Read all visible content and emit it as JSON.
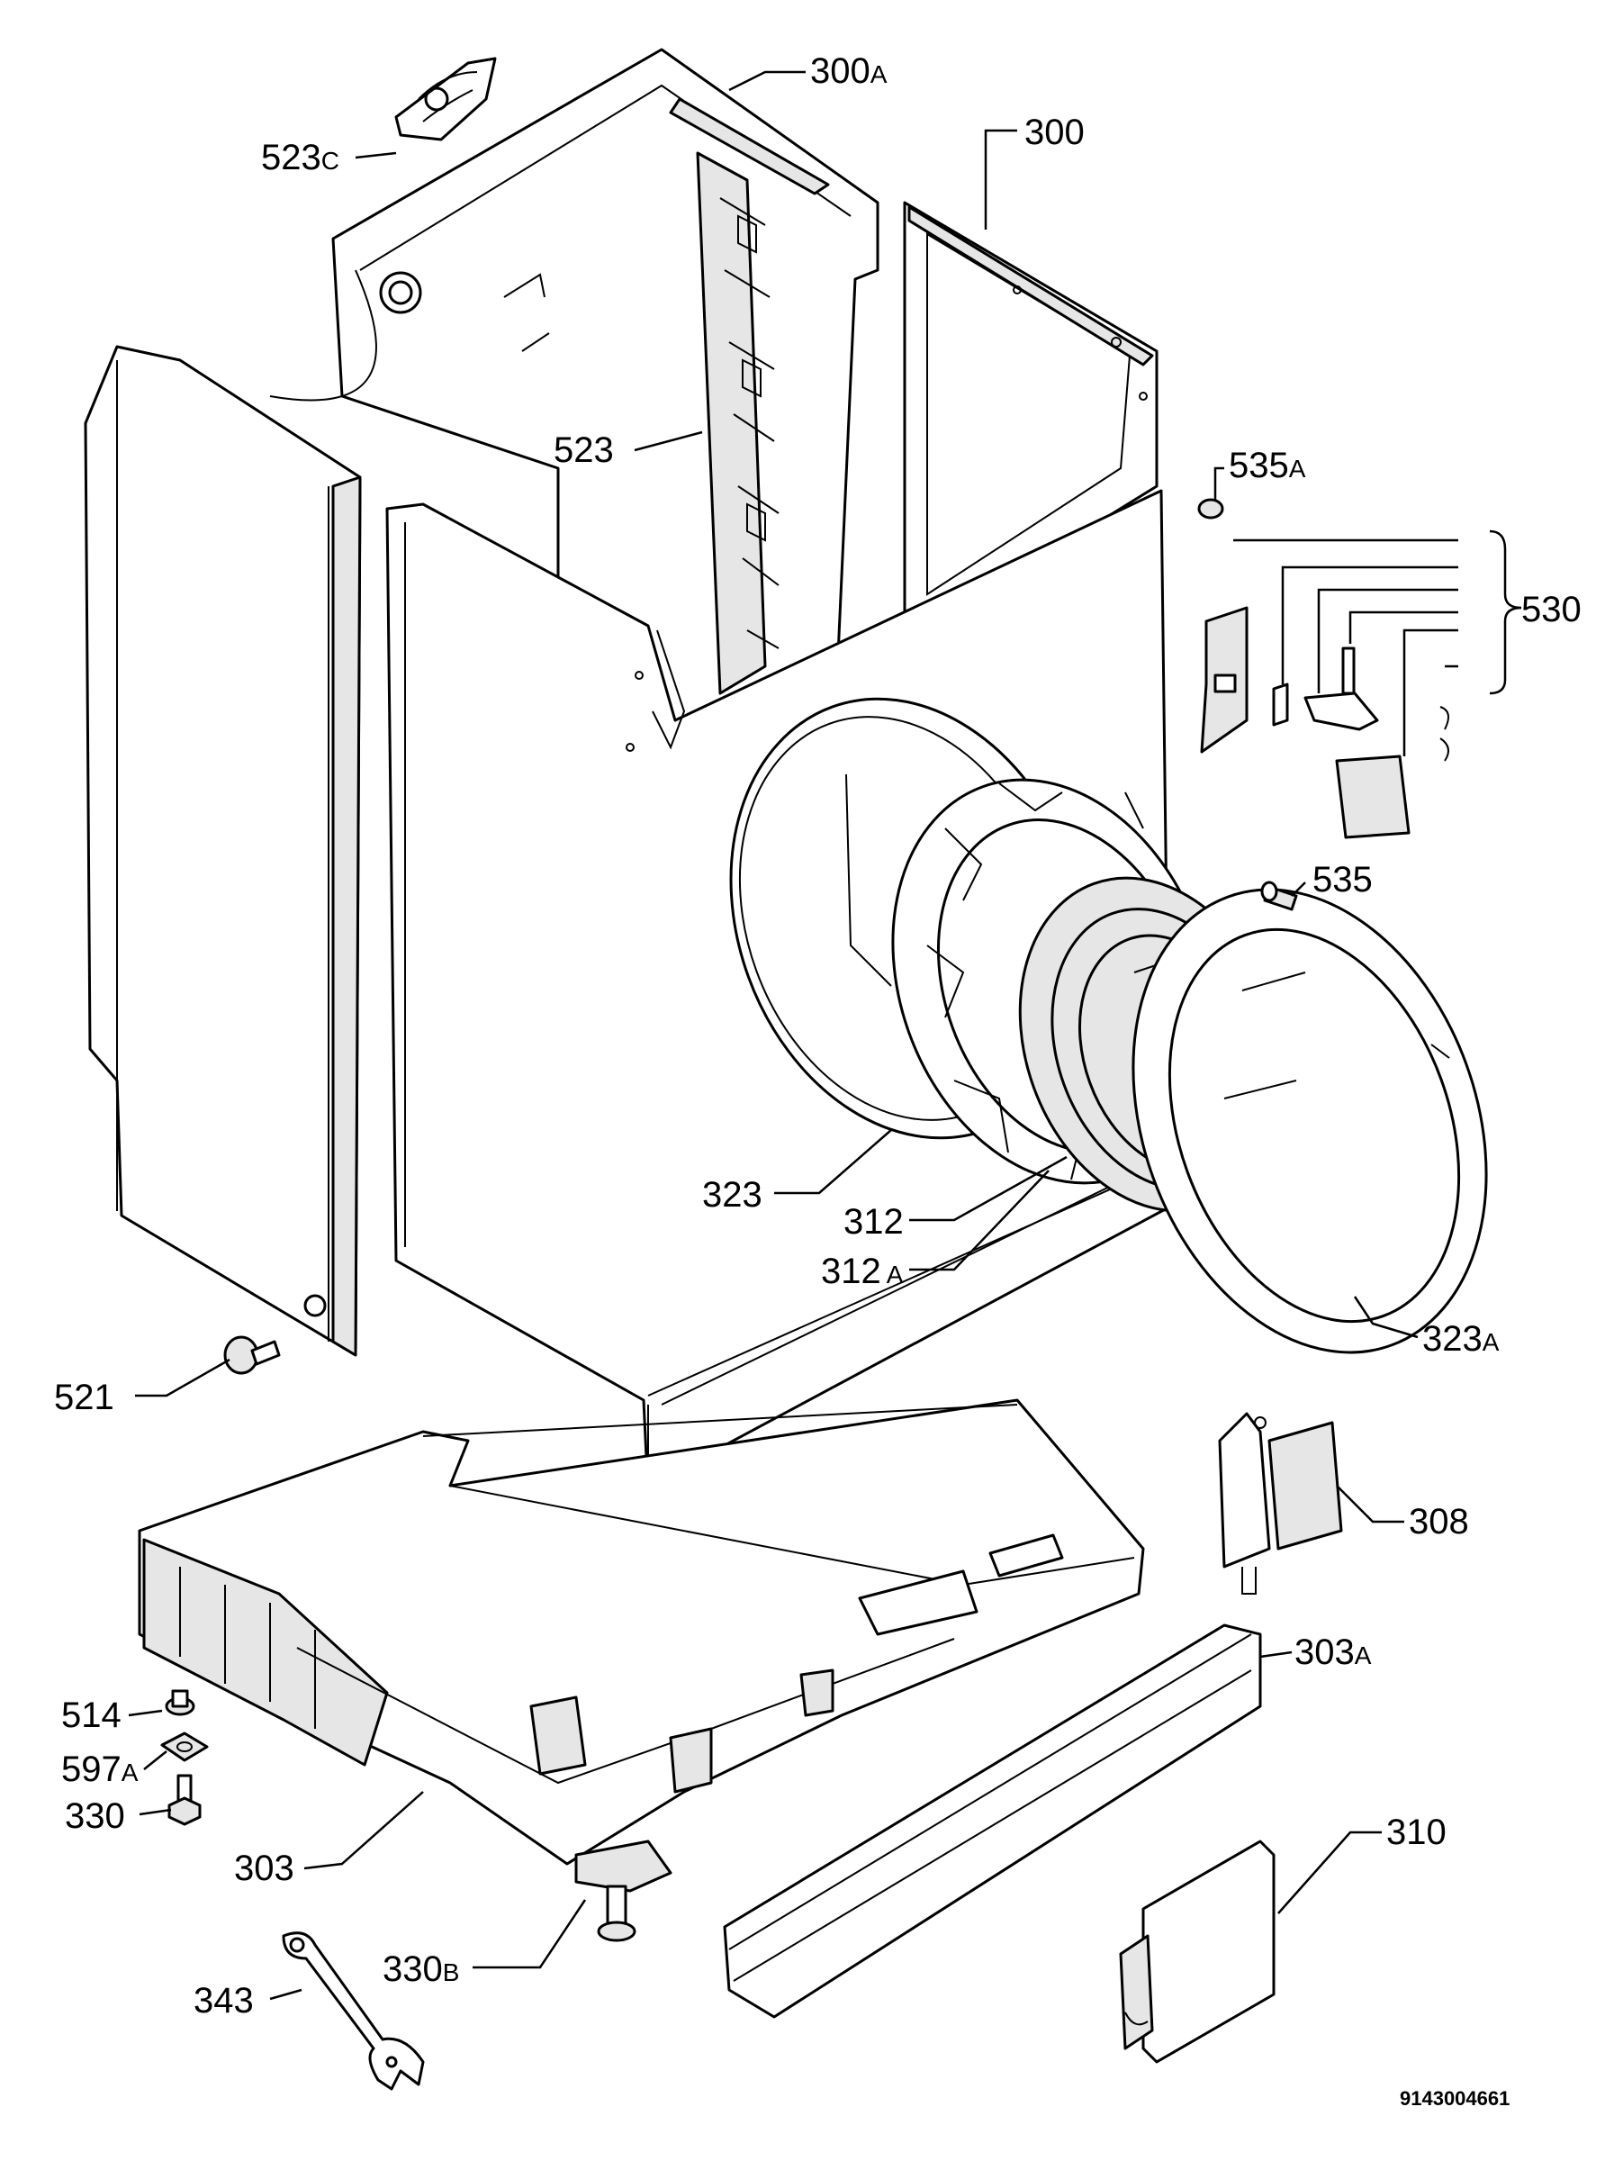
{
  "labels": {
    "l523c": {
      "num": "523",
      "suffix": "C"
    },
    "l300a": {
      "num": "300",
      "suffix": "A"
    },
    "l300": {
      "num": "300"
    },
    "l523": {
      "num": "523"
    },
    "l535a": {
      "num": "535",
      "suffix": "A"
    },
    "l530": {
      "num": "530"
    },
    "l535": {
      "num": "535"
    },
    "l323": {
      "num": "323"
    },
    "l312": {
      "num": "312"
    },
    "l312a": {
      "num": "312",
      "suffix": "A"
    },
    "l323a": {
      "num": "323",
      "suffix": "A"
    },
    "l521": {
      "num": "521"
    },
    "l308": {
      "num": "308"
    },
    "l303a": {
      "num": "303",
      "suffix": "A"
    },
    "l514": {
      "num": "514"
    },
    "l597a": {
      "num": "597",
      "suffix": "A"
    },
    "l330": {
      "num": "330"
    },
    "l303": {
      "num": "303"
    },
    "l310": {
      "num": "310"
    },
    "l330b": {
      "num": "330",
      "suffix": "B"
    },
    "l343": {
      "num": "343"
    }
  },
  "document_number": "9143004661"
}
